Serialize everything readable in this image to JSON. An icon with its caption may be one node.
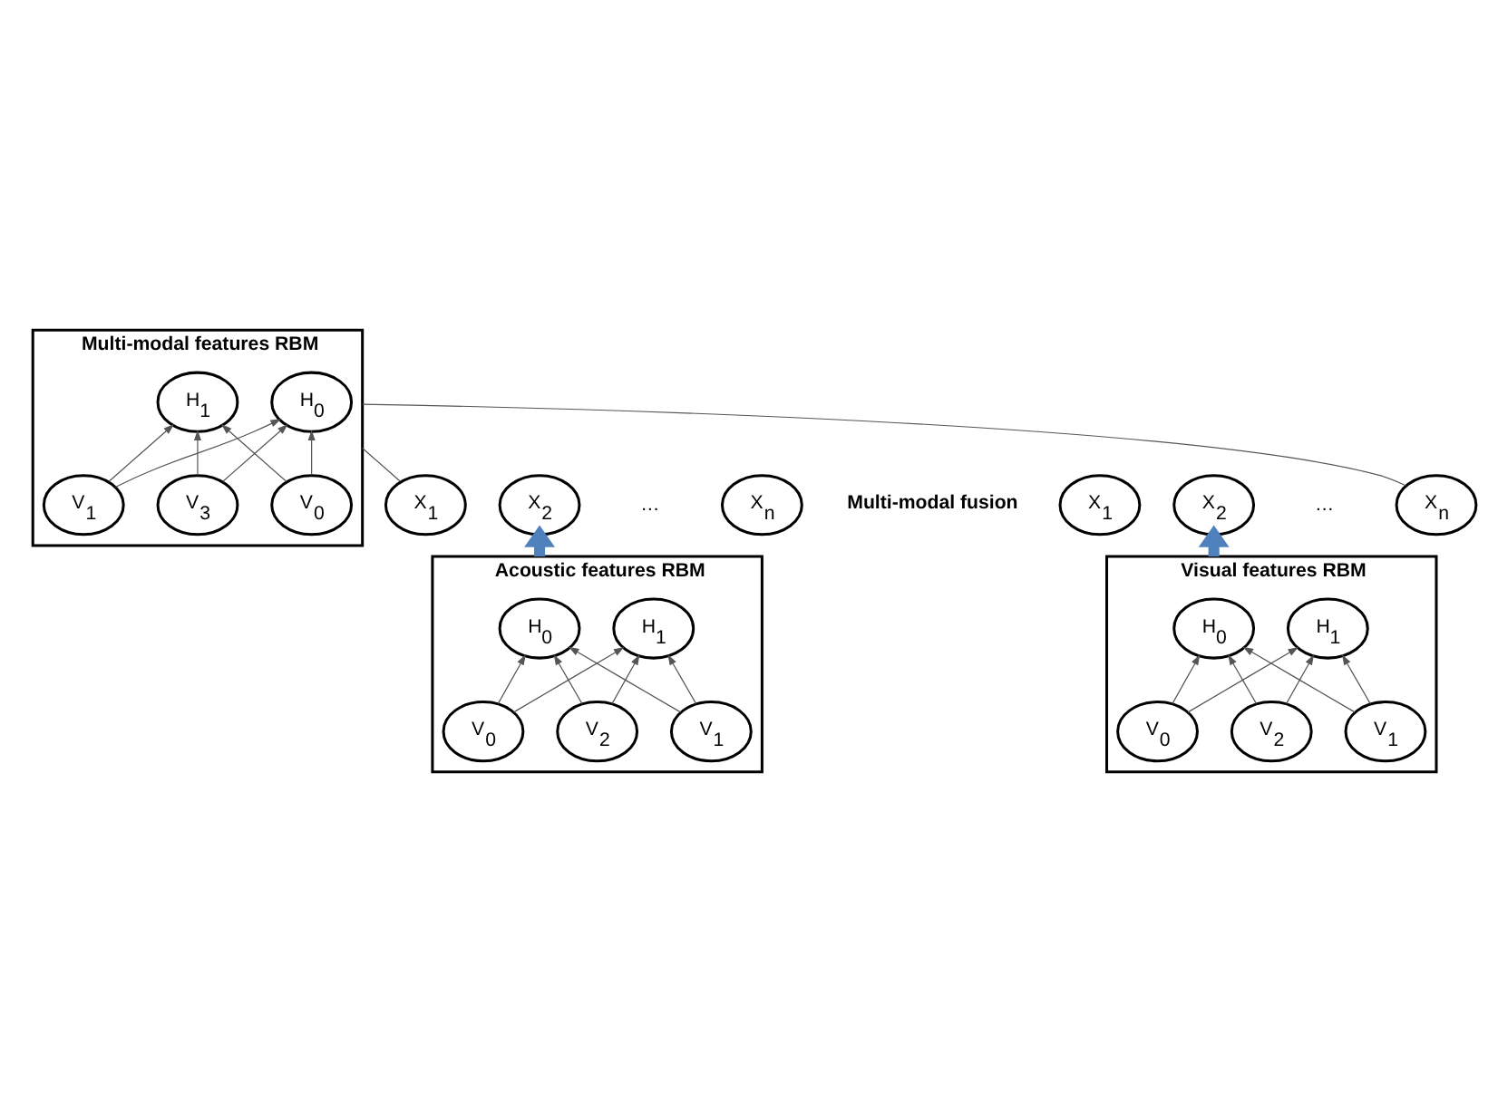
{
  "diagram": {
    "nodes": [
      {
        "text": [
          "Multi-modal features RBM"
        ]
      },
      {
        "text": [
          "H$_{0}$"
        ],
        "in": 0
      },
      {
        "text": [
          "H$_{1}$"
        ],
        "in": 0
      },
      {
        "text": [
          "V$_{0}$"
        ],
        "in": 0
      },
      {
        "text": [
          "V$_{1}$"
        ],
        "in": 0
      },
      {
        "text": [
          "V$_{3}$"
        ],
        "in": 0
      },
      {
        "text": [
          "X$_{1}$"
        ]
      },
      {
        "text": [
          "X$_{2}$"
        ]
      },
      {
        "text": [
          "X$_{n}$"
        ]
      },
      {
        "text": [
          "X$_{1}$"
        ]
      },
      {
        "text": [
          "X$_{2}$"
        ]
      },
      {
        "text": [
          "X$_{n}$"
        ]
      },
      {
        "text": [
          "Acoustic features RBM"
        ]
      },
      {
        "text": [
          "H$_{0}$"
        ],
        "in": 12
      },
      {
        "text": [
          "H$_{1}$"
        ],
        "in": 12
      },
      {
        "text": [
          "V$_{0}$"
        ],
        "in": 12
      },
      {
        "text": [
          "V$_{1}$"
        ],
        "in": 12
      },
      {
        "text": [
          "V$_{2}$"
        ],
        "in": 12
      },
      {
        "text": [
          "Visual features RBM"
        ]
      },
      {
        "text": [
          "H$_{0}$"
        ],
        "in": 18
      },
      {
        "text": [
          "H$_{1}$"
        ],
        "in": 18
      },
      {
        "text": [
          "V$_{0}$"
        ],
        "in": 18
      },
      {
        "text": [
          "V$_{1}$"
        ],
        "in": 18
      },
      {
        "text": [
          "V$_{2}$"
        ],
        "in": 18
      }
    ],
    "edges": [
      {
        "from": 3,
        "to": 1,
        "arrow": "to"
      },
      {
        "from": 3,
        "to": 2,
        "arrow": "to"
      },
      {
        "from": 4,
        "to": 1,
        "arrow": "to"
      },
      {
        "from": 4,
        "to": 2,
        "arrow": "to"
      },
      {
        "from": 5,
        "to": 1,
        "arrow": "to"
      },
      {
        "from": 5,
        "to": 2,
        "arrow": "to"
      },
      {
        "from": 6,
        "to": 0,
        "arrow": "none"
      },
      {
        "from": 11,
        "to": 0,
        "arrow": "none"
      },
      {
        "from": 12,
        "to": 7,
        "arrow": "to",
        "style": "thick",
        "color": "#4f81bd"
      },
      {
        "from": 18,
        "to": 10,
        "arrow": "to",
        "style": "thick",
        "color": "#4f81bd"
      },
      {
        "from": 15,
        "to": 13,
        "arrow": "to"
      },
      {
        "from": 15,
        "to": 14,
        "arrow": "to"
      },
      {
        "from": 16,
        "to": 13,
        "arrow": "to"
      },
      {
        "from": 16,
        "to": 14,
        "arrow": "to"
      },
      {
        "from": 17,
        "to": 13,
        "arrow": "to"
      },
      {
        "from": 17,
        "to": 14,
        "arrow": "to"
      },
      {
        "from": 21,
        "to": 19,
        "arrow": "to"
      },
      {
        "from": 21,
        "to": 20,
        "arrow": "to"
      },
      {
        "from": 22,
        "to": 19,
        "arrow": "to"
      },
      {
        "from": 22,
        "to": 20,
        "arrow": "to"
      },
      {
        "from": 23,
        "to": 19,
        "arrow": "to"
      },
      {
        "from": 23,
        "to": 20,
        "arrow": "to"
      }
    ],
    "labels": [
      "Multi-modal fusion",
      "…",
      "…"
    ]
  }
}
